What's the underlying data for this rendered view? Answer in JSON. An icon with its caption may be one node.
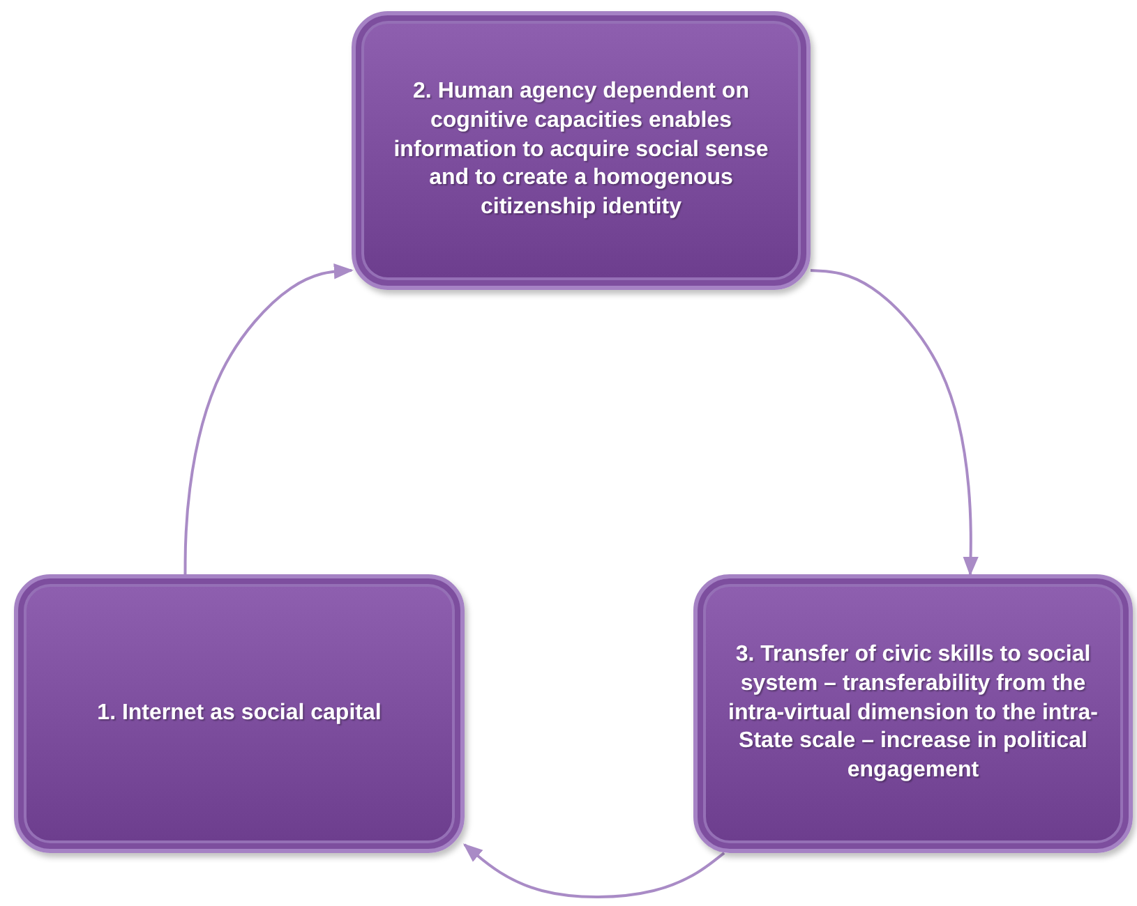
{
  "diagram": {
    "nodes": [
      {
        "text": [
          "1. Internet as social capital"
        ]
      },
      {
        "text": [
          "2. Human agency dependent on cognitive capacities enables information to acquire social sense and to create a homogenous citizenship identity"
        ]
      },
      {
        "text": [
          "3. Transfer of civic skills to social system – transferability from the intra-virtual dimension to the intra-State scale – increase in political engagement"
        ]
      }
    ],
    "edges": [
      {
        "from": 0,
        "to": 1,
        "arrow": "to"
      },
      {
        "from": 1,
        "to": 2,
        "arrow": "to"
      },
      {
        "from": 2,
        "to": 0,
        "arrow": "to"
      }
    ]
  }
}
